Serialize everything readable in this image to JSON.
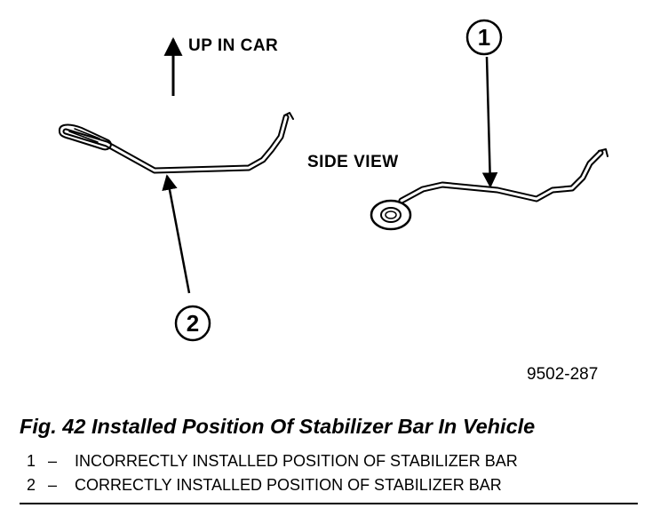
{
  "labels": {
    "up_in_car": "UP IN CAR",
    "side_view": "SIDE VIEW"
  },
  "callouts": [
    {
      "number": "1"
    },
    {
      "number": "2"
    }
  ],
  "figure_code": "9502-287",
  "caption": "Fig. 42 Installed Position Of Stabilizer Bar In Vehicle",
  "legend": [
    {
      "number": "1",
      "dash": "–",
      "text": "INCORRECTLY INSTALLED POSITION OF STABILIZER BAR"
    },
    {
      "number": "2",
      "dash": "–",
      "text": "CORRECTLY INSTALLED POSITION OF STABILIZER BAR"
    }
  ],
  "colors": {
    "ink": "#000000",
    "background": "#ffffff"
  }
}
